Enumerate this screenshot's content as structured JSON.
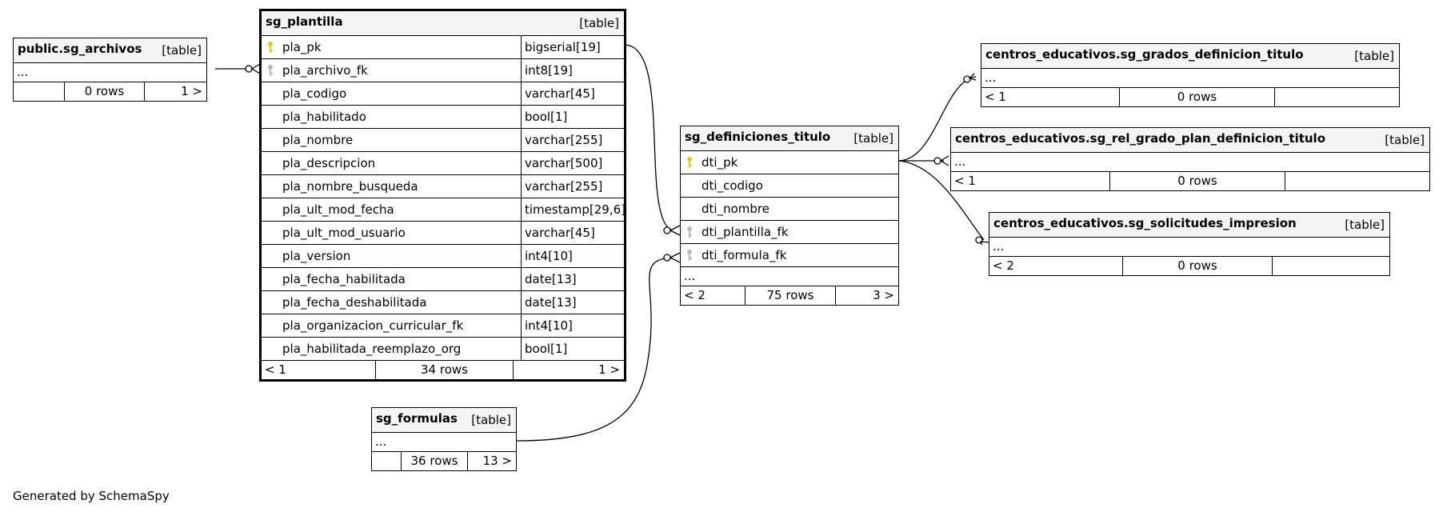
{
  "tables": {
    "archivos": {
      "name": "public.sg_archivos",
      "type": "[table]",
      "ellipsis": "...",
      "footer": [
        "",
        "0 rows",
        "1 >"
      ]
    },
    "plantilla": {
      "name": "sg_plantilla",
      "type": "[table]",
      "columns": [
        {
          "name": "pla_pk",
          "type": "bigserial[19]",
          "key": "primary"
        },
        {
          "name": "pla_archivo_fk",
          "type": "int8[19]",
          "key": "foreign"
        },
        {
          "name": "pla_codigo",
          "type": "varchar[45]",
          "key": ""
        },
        {
          "name": "pla_habilitado",
          "type": "bool[1]",
          "key": ""
        },
        {
          "name": "pla_nombre",
          "type": "varchar[255]",
          "key": ""
        },
        {
          "name": "pla_descripcion",
          "type": "varchar[500]",
          "key": ""
        },
        {
          "name": "pla_nombre_busqueda",
          "type": "varchar[255]",
          "key": ""
        },
        {
          "name": "pla_ult_mod_fecha",
          "type": "timestamp[29,6]",
          "key": ""
        },
        {
          "name": "pla_ult_mod_usuario",
          "type": "varchar[45]",
          "key": ""
        },
        {
          "name": "pla_version",
          "type": "int4[10]",
          "key": ""
        },
        {
          "name": "pla_fecha_habilitada",
          "type": "date[13]",
          "key": ""
        },
        {
          "name": "pla_fecha_deshabilitada",
          "type": "date[13]",
          "key": ""
        },
        {
          "name": "pla_organizacion_curricular_fk",
          "type": "int4[10]",
          "key": ""
        },
        {
          "name": "pla_habilitada_reemplazo_org",
          "type": "bool[1]",
          "key": ""
        }
      ],
      "footer": [
        "< 1",
        "34 rows",
        "1 >"
      ]
    },
    "formulas": {
      "name": "sg_formulas",
      "type": "[table]",
      "ellipsis": "...",
      "footer": [
        "",
        "36 rows",
        "13 >"
      ]
    },
    "definiciones": {
      "name": "sg_definiciones_titulo",
      "type": "[table]",
      "columns": [
        {
          "name": "dti_pk",
          "key": "primary"
        },
        {
          "name": "dti_codigo",
          "key": ""
        },
        {
          "name": "dti_nombre",
          "key": ""
        },
        {
          "name": "dti_plantilla_fk",
          "key": "foreign"
        },
        {
          "name": "dti_formula_fk",
          "key": "foreign"
        }
      ],
      "ellipsis": "...",
      "footer": [
        "< 2",
        "75 rows",
        "3 >"
      ]
    },
    "grados": {
      "name": "centros_educativos.sg_grados_definicion_titulo",
      "type": "[table]",
      "ellipsis": "...",
      "footer": [
        "< 1",
        "0 rows",
        ""
      ]
    },
    "rel_grado": {
      "name": "centros_educativos.sg_rel_grado_plan_definicion_titulo",
      "type": "[table]",
      "ellipsis": "...",
      "footer": [
        "< 1",
        "0 rows",
        ""
      ]
    },
    "solicitudes": {
      "name": "centros_educativos.sg_solicitudes_impresion",
      "type": "[table]",
      "ellipsis": "...",
      "footer": [
        "< 2",
        "0 rows",
        ""
      ]
    }
  },
  "credit": "Generated by SchemaSpy",
  "colors": {
    "primary_key": "#e6c619",
    "foreign_key": "#b8b8b8",
    "header_bg": "#f4f4f4"
  }
}
